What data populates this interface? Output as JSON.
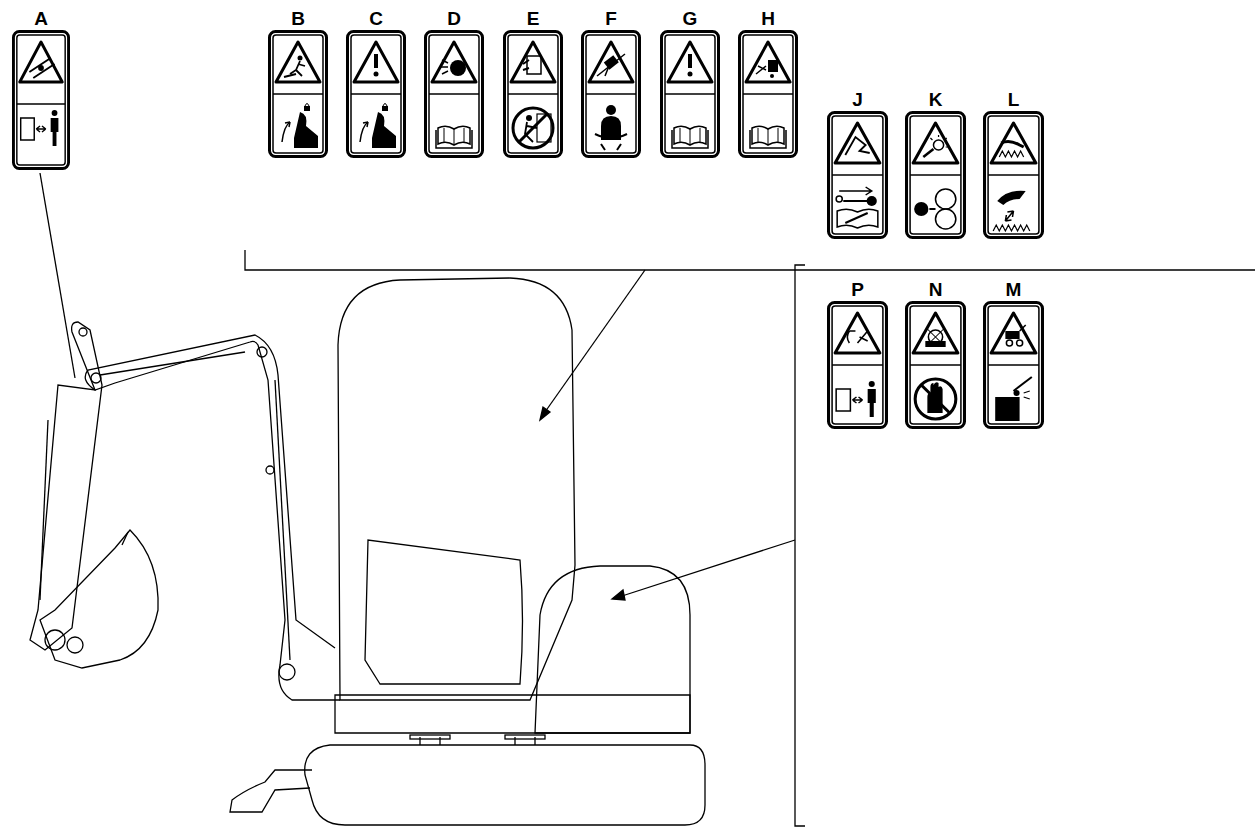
{
  "diagram": {
    "nodes": [
      {
        "text": [
          "A"
        ]
      },
      {
        "text": [
          "B"
        ]
      },
      {
        "text": [
          "C"
        ]
      },
      {
        "text": [
          "D"
        ]
      },
      {
        "text": [
          "E"
        ]
      },
      {
        "text": [
          "F"
        ]
      },
      {
        "text": [
          "G"
        ]
      },
      {
        "text": [
          "H"
        ]
      },
      {
        "text": [
          "J"
        ]
      },
      {
        "text": [
          "K"
        ]
      },
      {
        "text": [
          "L"
        ]
      },
      {
        "text": [
          "P"
        ]
      },
      {
        "text": [
          "N"
        ]
      },
      {
        "text": [
          "M"
        ]
      }
    ]
  }
}
